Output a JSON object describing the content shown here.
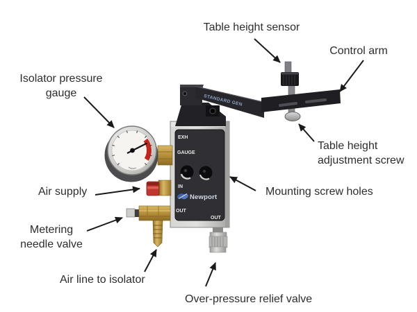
{
  "diagram": {
    "labels": {
      "table_height_sensor": "Table height sensor",
      "control_arm": "Control arm",
      "isolator_pressure_gauge": "Isolator pressure\ngauge",
      "air_supply": "Air supply",
      "metering_needle_valve": "Metering\nneedle valve",
      "air_line_to_isolator": "Air line to isolator",
      "mounting_screw_holes": "Mounting screw holes",
      "table_height_adjustment_screw": "Table height\nadjustment screw",
      "over_pressure_relief_valve": "Over-pressure relief valve"
    },
    "device": {
      "brand": "Newport",
      "arm_marking": "STANDARD GEN",
      "panel_markings": {
        "exhaust": "EXH",
        "gauge": "GAUGE",
        "inlet": "IN",
        "outlet": "OUT",
        "outlet_bottom": "OUT"
      }
    },
    "colors": {
      "label_text": "#2d2d2d",
      "arrow": "#1a1a1a",
      "panel_black": "#303034",
      "brass": "#b68f3a",
      "air_supply_red": "#bf372e",
      "gauge_red_zone": "#c3251d",
      "logo_blue": "#3d62aa",
      "body_silver": "#c9c9c7",
      "arm_black": "#202024"
    }
  }
}
